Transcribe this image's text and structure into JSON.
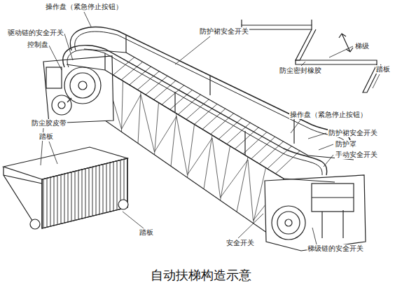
{
  "diagram": {
    "caption": "自动扶梯构造示意",
    "labels": [
      "操作盘（紧急停止按钮）",
      "驱动链的安全开关",
      "控制盘",
      "防护裙安全开关",
      "梯级",
      "防尘密封橡胶",
      "踏板",
      "操作盘（紧急停止按钮）",
      "防护裙安全开关",
      "防护罩",
      "手动安全开关",
      "防尘胶皮带",
      "踏板",
      "踏板",
      "安全开关",
      "梯级链的安全开关"
    ]
  }
}
